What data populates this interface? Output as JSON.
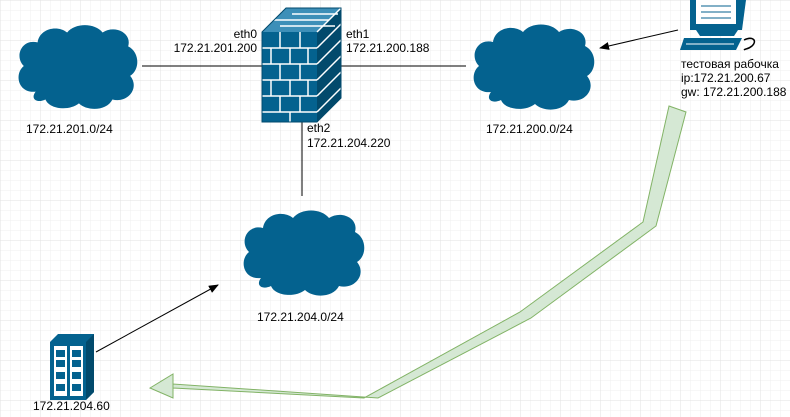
{
  "colors": {
    "node_fill": "#04628f",
    "node_light": "#ffffff",
    "link": "#000000",
    "arrow_fill": "#d5e8d4",
    "arrow_stroke": "#82b366",
    "grid": "#e6e6e6"
  },
  "networks": {
    "left": "172.21.201.0/24",
    "right": "172.21.200.0/24",
    "bottom": "172.21.204.0/24"
  },
  "firewall": {
    "eth0_name": "eth0",
    "eth0_ip": "172.21.201.200",
    "eth1_name": "eth1",
    "eth1_ip": "172.21.200.188",
    "eth2_name": "eth2",
    "eth2_ip": "172.21.204.220"
  },
  "workstation": {
    "title": "тестовая рабочка",
    "ip": "ip:172.21.200.67",
    "gw": "gw: 172.21.200.188"
  },
  "server": {
    "ip": "172.21.204.60"
  },
  "icons": {
    "firewall": "firewall-icon",
    "cloud": "cloud-icon",
    "workstation": "workstation-icon",
    "server": "server-icon"
  }
}
